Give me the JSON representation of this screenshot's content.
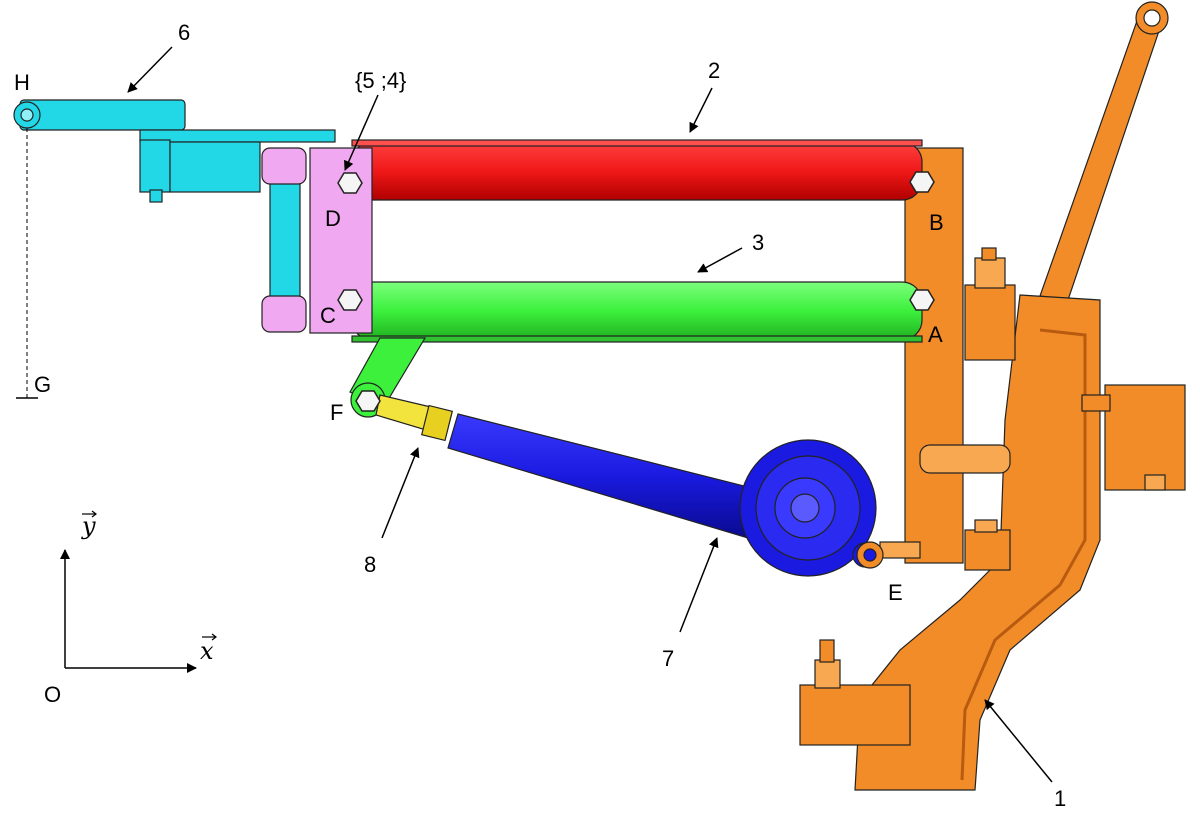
{
  "points": {
    "H": "H",
    "G": "G",
    "D": "D",
    "C": "C",
    "B": "B",
    "A": "A",
    "F": "F",
    "E": "E",
    "O": "O"
  },
  "parts": {
    "p1": "1",
    "p2": "2",
    "p3": "3",
    "p54": "{5 ;4}",
    "p6": "6",
    "p7": "7",
    "p8": "8"
  },
  "axes": {
    "x": "x",
    "y": "y"
  },
  "colors": {
    "frame_orange": "#F28C28",
    "arm_red": "#F01818",
    "arm_green": "#3CF03C",
    "head_cyan": "#22D8E6",
    "bracket_pink": "#F0A8F0",
    "cylinder_blue": "#1A1AE0",
    "rod_yellow": "#F2E43C"
  }
}
